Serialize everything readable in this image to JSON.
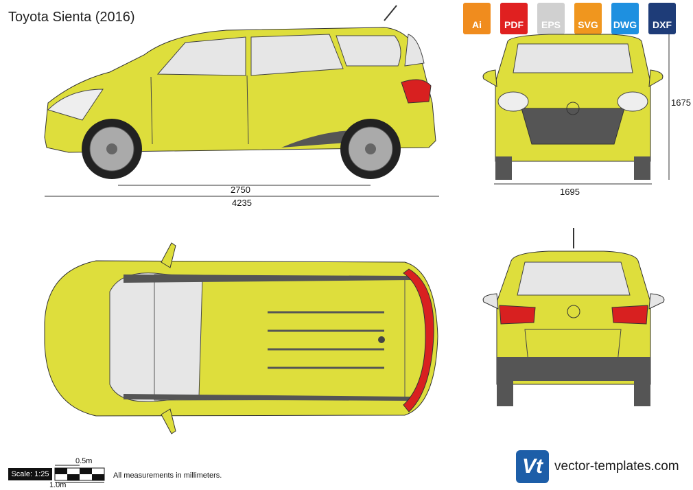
{
  "title": "Toyota Sienta (2016)",
  "dimensions": {
    "wheelbase": "2750",
    "length": "4235",
    "width": "1695",
    "height": "1675"
  },
  "formats": [
    {
      "label": "Ai",
      "color": "#f08c1e"
    },
    {
      "label": "PDF",
      "color": "#e02020"
    },
    {
      "label": "EPS",
      "color": "#d0d0d0"
    },
    {
      "label": "SVG",
      "color": "#f0961e"
    },
    {
      "label": "DWG",
      "color": "#1e90e0"
    },
    {
      "label": "DXF",
      "color": "#1e3c78"
    }
  ],
  "scale": {
    "label": "Scale: 1:25",
    "half_meter": "0.5m",
    "one_meter": "1.0m"
  },
  "note": "All measurements in millimeters.",
  "brand": {
    "logo_text": "Vt",
    "website": "vector-templates.com"
  },
  "colors": {
    "body": "#dede3c",
    "body_dark": "#c8c82a",
    "glass": "#e6e6e6",
    "trim": "#555555",
    "tail": "#d82020"
  }
}
